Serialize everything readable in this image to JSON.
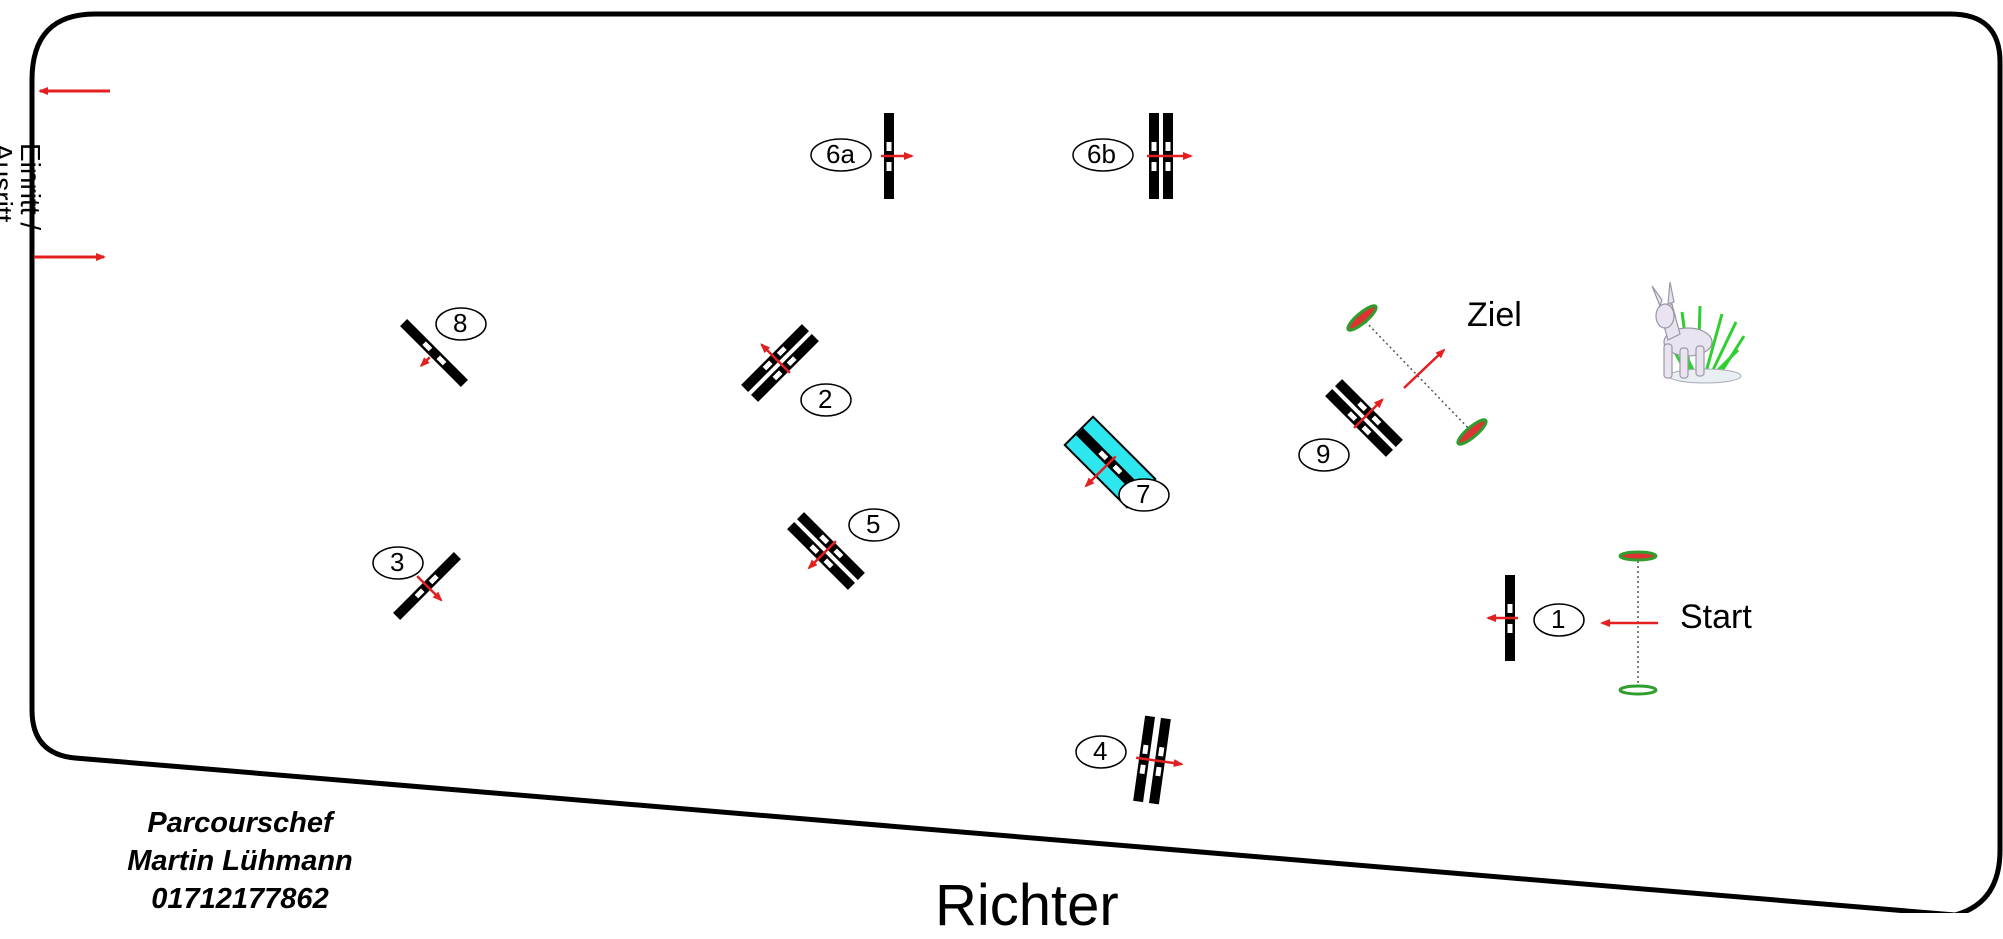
{
  "arena": {
    "entry_label_line1": "Einritt /",
    "entry_label_line2": "Ausritt",
    "judge_label": "Richter",
    "start_label": "Start",
    "finish_label": "Ziel"
  },
  "obstacles": [
    {
      "id": "1",
      "label": "1"
    },
    {
      "id": "2",
      "label": "2"
    },
    {
      "id": "3",
      "label": "3"
    },
    {
      "id": "4",
      "label": "4"
    },
    {
      "id": "5",
      "label": "5"
    },
    {
      "id": "6a",
      "label": "6a"
    },
    {
      "id": "6b",
      "label": "6b"
    },
    {
      "id": "7",
      "label": "7"
    },
    {
      "id": "8",
      "label": "8"
    },
    {
      "id": "9",
      "label": "9"
    }
  ],
  "credits": {
    "role": "Parcourschef",
    "name": "Martin Lühmann",
    "phone": "01712177862"
  },
  "colors": {
    "arena_border": "#000000",
    "direction_arrow": "#e41f1f",
    "water_fill": "#2ee6ee",
    "marker_green": "#2f9e2f"
  }
}
